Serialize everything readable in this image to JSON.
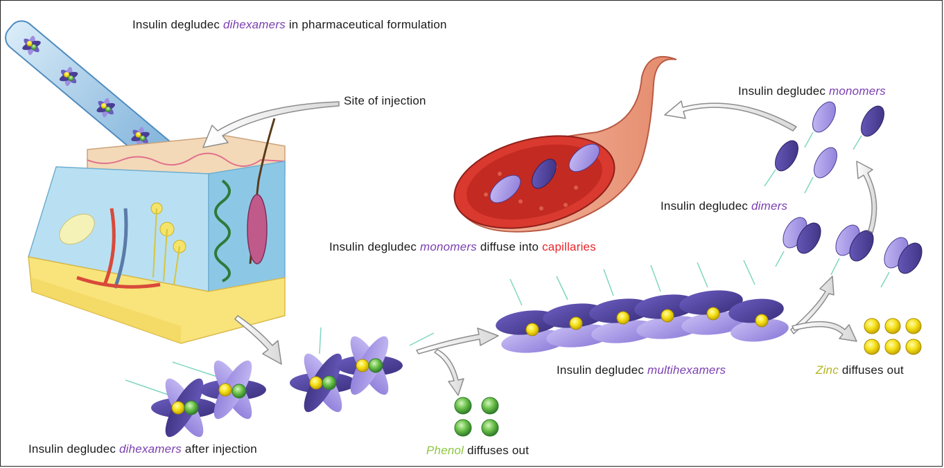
{
  "labels": {
    "formulation": {
      "prefix": "Insulin degludec",
      "highlight": "dihexamers",
      "suffix": "in pharmaceutical formulation"
    },
    "injection_site": {
      "text": "Site of injection"
    },
    "after_injection": {
      "prefix": "Insulin degludec",
      "highlight": "dihexamers",
      "suffix": "after injection"
    },
    "phenol": {
      "highlight": "Phenol",
      "suffix": "diffuses out"
    },
    "multihexamers": {
      "prefix": "Insulin degludec",
      "highlight": "multihexamers"
    },
    "zinc": {
      "highlight": "Zinc",
      "suffix": "diffuses out"
    },
    "dimers": {
      "prefix": "Insulin degludec",
      "highlight": "dimers"
    },
    "monomers": {
      "prefix": "Insulin degludec",
      "highlight": "monomers"
    },
    "capillaries": {
      "prefix": "Insulin degludec",
      "highlight": "monomers",
      "middle": "diffuse into",
      "suffix": "capillaries"
    }
  },
  "colors": {
    "purple_text": "#7a3fb0",
    "red_text": "#e8262a",
    "zinc_text": "#b4b423",
    "phenol_text": "#8cc63f",
    "insulin_dark": "#4a3d94",
    "insulin_light": "#9d8ee0",
    "zinc_ball": "#f5d90a",
    "phenol_ball": "#6bbf4a"
  },
  "icons": [
    "syringe-icon",
    "skin-cross-section-icon",
    "capillary-icon",
    "hexamer-icon",
    "zinc-ball-icon",
    "phenol-ball-icon",
    "arrow-icon"
  ]
}
